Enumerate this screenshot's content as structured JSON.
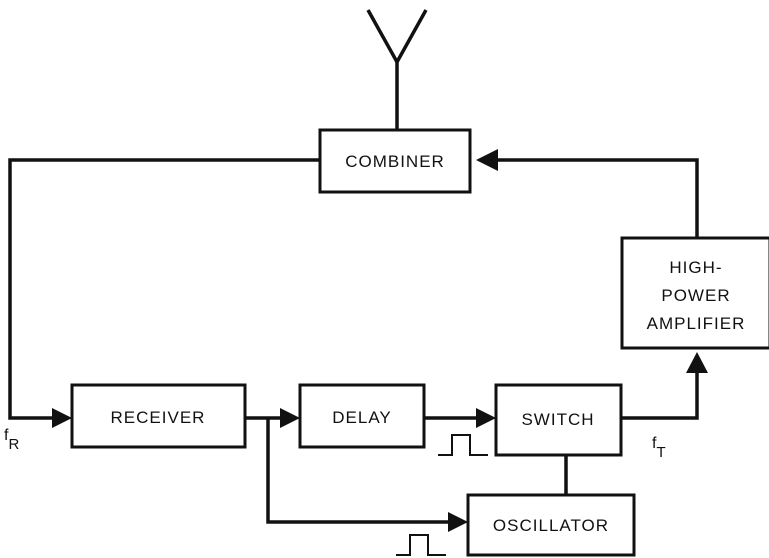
{
  "blocks": {
    "combiner": "COMBINER",
    "amplifier": [
      "HIGH-",
      "POWER",
      "AMPLIFIER"
    ],
    "receiver": "RECEIVER",
    "delay": "DELAY",
    "switch": "SWITCH",
    "oscillator": "OSCILLATOR"
  },
  "signals": {
    "receive_freq": {
      "base": "f",
      "sub": "R"
    },
    "transmit_freq": {
      "base": "f",
      "sub": "T"
    }
  }
}
